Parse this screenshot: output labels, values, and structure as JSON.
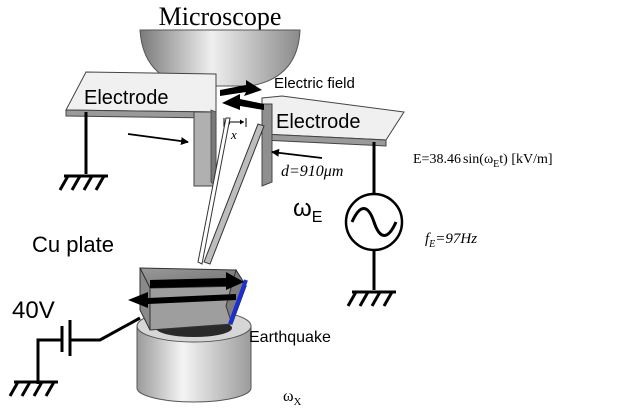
{
  "title": "Microscope",
  "labels": {
    "electrode_left": "Electrode",
    "electrode_right": "Electrode",
    "electric_field": "Electric field",
    "gap_x": "x",
    "distance": "d=910μm",
    "equation_prefix": "E=38.46",
    "equation_sin": "sin(ω",
    "equation_sub": "E",
    "equation_suffix": "t)   [kV/m]",
    "omega_symbol": "ω",
    "omega_sub": "E",
    "freq_f": "f",
    "freq_sub": "E",
    "freq_value": "=97Hz",
    "cu_plate": "Cu plate",
    "voltage": "40V",
    "earthquake": "Earthquake",
    "omega_x_symbol": "ω",
    "omega_x_sub": "X"
  },
  "icons": {
    "ground_left": "ground-icon",
    "ground_bottom": "ground-icon",
    "ground_right": "ground-icon",
    "ac_source": "ac-source-icon",
    "dc_source": "capacitor-icon"
  },
  "colors": {
    "stroke": "#000000",
    "electrode_fill": "#cfcfcf",
    "blue_edge": "#1a2fd6"
  }
}
